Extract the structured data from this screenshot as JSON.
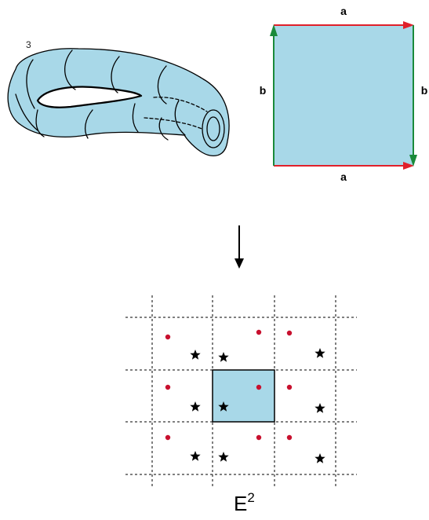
{
  "figure": {
    "colors": {
      "fill": "#a8d8e8",
      "outline": "#000000",
      "edge_a": "#e0202a",
      "edge_b": "#1a8a3a",
      "dot": "#c8102e",
      "star": "#000000",
      "grid": "#000000"
    }
  },
  "klein_bottle": {
    "panel_label": "3"
  },
  "fundamental_square": {
    "top_label": "a",
    "bottom_label": "a",
    "left_label": "b",
    "right_label": "b"
  },
  "arrow": {
    "icon": "down-arrow-icon"
  },
  "tiling": {
    "caption_base": "E",
    "caption_exp": "2"
  }
}
